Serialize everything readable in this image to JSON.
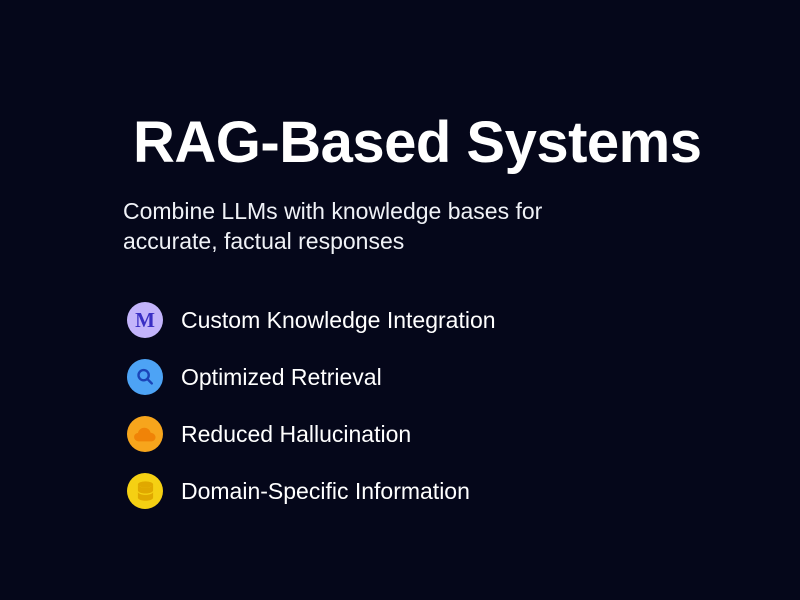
{
  "slide": {
    "background_color": "#05071a",
    "title": "RAG-Based Systems",
    "subtitle": "Combine LLMs with knowledge bases for accurate, factual responses",
    "bullets": [
      {
        "label": "Custom Knowledge Integration",
        "icon": "letter-m-icon",
        "icon_glyph": "M",
        "circle_color": "#c3b4fb",
        "glyph_color": "#3a2fc4"
      },
      {
        "label": "Optimized Retrieval",
        "icon": "magnifier-icon",
        "icon_glyph": "",
        "circle_color": "#4da3f5",
        "glyph_color": "#1b44b8"
      },
      {
        "label": "Reduced Hallucination",
        "icon": "cloud-icon",
        "icon_glyph": "",
        "circle_color": "#f7a51c",
        "glyph_color": "#f08307"
      },
      {
        "label": "Domain-Specific Information",
        "icon": "database-icon",
        "icon_glyph": "",
        "circle_color": "#f5d013",
        "glyph_color": "#e0a800"
      }
    ]
  }
}
